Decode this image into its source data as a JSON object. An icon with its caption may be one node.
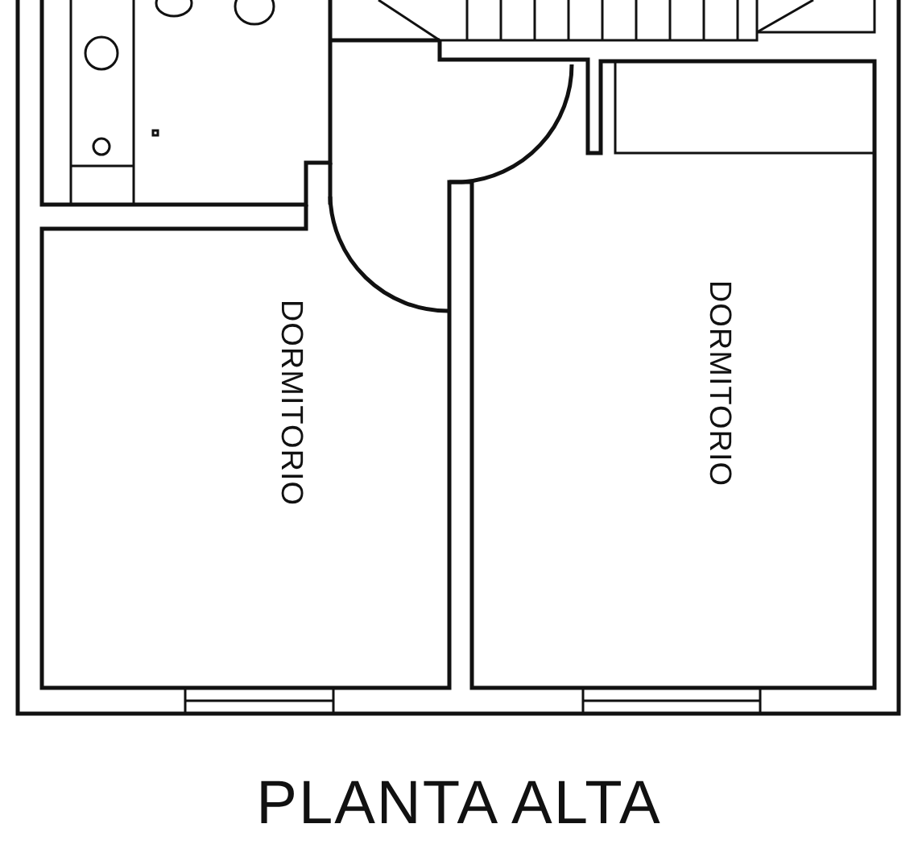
{
  "diagram": {
    "title": "PLANTA ALTA",
    "labels": [
      "DORMITORIO",
      "DORMITORIO"
    ]
  }
}
